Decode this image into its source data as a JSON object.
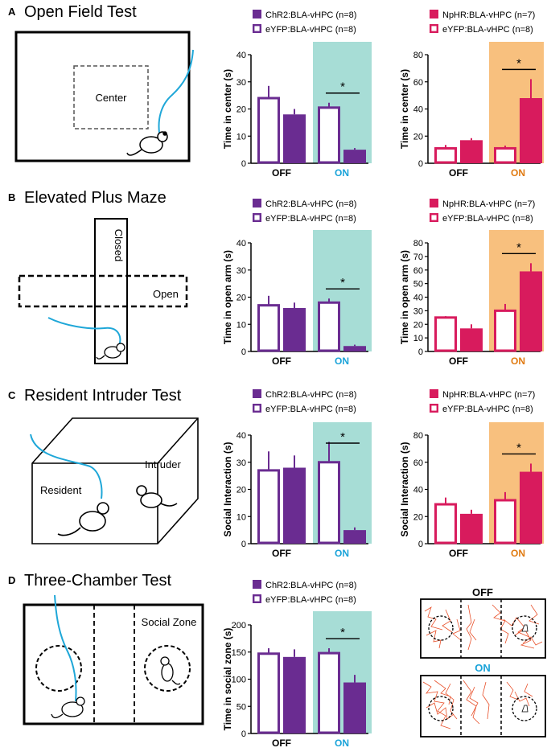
{
  "colors": {
    "purple": "#6a2c91",
    "crimson": "#d81b5d",
    "teal_bg": "#a7ddd6",
    "orange_bg": "#f8c07e",
    "on_text": "#1aa3d9",
    "off_text": "#000000",
    "cyan_line": "#1fa7d8",
    "track": "#e8502a"
  },
  "panels": [
    {
      "letter": "A",
      "title": "Open Field Test",
      "labels": [
        "Center"
      ]
    },
    {
      "letter": "B",
      "title": "Elevated Plus Maze",
      "labels": [
        "Closed",
        "Open"
      ]
    },
    {
      "letter": "C",
      "title": "Resident Intruder Test",
      "labels": [
        "Resident",
        "Intruder"
      ]
    },
    {
      "letter": "D",
      "title": "Three-Chamber Test",
      "labels": [
        "Social Zone"
      ]
    }
  ],
  "heatmap": {
    "off_label": "OFF",
    "on_label": "ON"
  },
  "chart_data": [
    {
      "id": "A1",
      "type": "bar",
      "categories": [
        "OFF",
        "ON"
      ],
      "ylabel": "Time in center (s)",
      "ylim": [
        0,
        40
      ],
      "yticks": [
        0,
        10,
        20,
        30,
        40
      ],
      "highlight": "ON",
      "highlight_color": "teal",
      "series": [
        {
          "name": "ChR2:BLA-vHPC (n=8)",
          "style": "filled",
          "values": [
            18,
            5
          ],
          "errors": [
            2,
            0.6
          ]
        },
        {
          "name": "eYFP:BLA-vHPC (n=8)",
          "style": "open",
          "values": [
            24,
            20.5
          ],
          "errors": [
            4.5,
            1.8
          ]
        }
      ],
      "significance": "*"
    },
    {
      "id": "A2",
      "type": "bar",
      "categories": [
        "OFF",
        "ON"
      ],
      "ylabel": "Time in center (s)",
      "ylim": [
        0,
        80
      ],
      "yticks": [
        0,
        20,
        40,
        60,
        80
      ],
      "highlight": "ON",
      "highlight_color": "orange",
      "series": [
        {
          "name": "NpHR:BLA-vHPC (n=7)",
          "style": "filled",
          "values": [
            17,
            48
          ],
          "errors": [
            1.5,
            14
          ]
        },
        {
          "name": "eYFP:BLA-vHPC (n=8)",
          "style": "open",
          "values": [
            11,
            11
          ],
          "errors": [
            2.5,
            2
          ]
        }
      ],
      "significance": "*"
    },
    {
      "id": "B1",
      "type": "bar",
      "categories": [
        "OFF",
        "ON"
      ],
      "ylabel": "Time in open arm (s)",
      "ylim": [
        0,
        40
      ],
      "yticks": [
        0,
        10,
        20,
        30,
        40
      ],
      "highlight": "ON",
      "highlight_color": "teal",
      "series": [
        {
          "name": "ChR2:BLA-vHPC (n=8)",
          "style": "filled",
          "values": [
            16,
            2
          ],
          "errors": [
            2,
            0.5
          ]
        },
        {
          "name": "eYFP:BLA-vHPC (n=8)",
          "style": "open",
          "values": [
            17,
            18
          ],
          "errors": [
            3.5,
            1.5
          ]
        }
      ],
      "significance": "*"
    },
    {
      "id": "B2",
      "type": "bar",
      "categories": [
        "OFF",
        "ON"
      ],
      "ylabel": "Time in open arm (s)",
      "ylim": [
        0,
        80
      ],
      "yticks": [
        0,
        10,
        20,
        30,
        40,
        50,
        60,
        70,
        80
      ],
      "highlight": "ON",
      "highlight_color": "orange",
      "series": [
        {
          "name": "NpHR:BLA-vHPC (n=7)",
          "style": "filled",
          "values": [
            17,
            59
          ],
          "errors": [
            3,
            6
          ]
        },
        {
          "name": "eYFP:BLA-vHPC (n=8)",
          "style": "open",
          "values": [
            25,
            30
          ],
          "errors": [
            1,
            5
          ]
        }
      ],
      "significance": "*"
    },
    {
      "id": "C1",
      "type": "bar",
      "categories": [
        "OFF",
        "ON"
      ],
      "ylabel": "Social Interaction (s)",
      "ylim": [
        0,
        40
      ],
      "yticks": [
        0,
        10,
        20,
        30,
        40
      ],
      "highlight": "ON",
      "highlight_color": "teal",
      "series": [
        {
          "name": "ChR2:BLA-vHPC (n=8)",
          "style": "filled",
          "values": [
            28,
            5
          ],
          "errors": [
            4.5,
            1
          ]
        },
        {
          "name": "eYFP:BLA-vHPC (n=8)",
          "style": "open",
          "values": [
            27,
            30
          ],
          "errors": [
            7,
            7.5
          ]
        }
      ],
      "significance": "*"
    },
    {
      "id": "C2",
      "type": "bar",
      "categories": [
        "OFF",
        "ON"
      ],
      "ylabel": "Social Interaction (s)",
      "ylim": [
        0,
        80
      ],
      "yticks": [
        0,
        20,
        40,
        60,
        80
      ],
      "highlight": "ON",
      "highlight_color": "orange",
      "series": [
        {
          "name": "NpHR:BLA-vHPC (n=7)",
          "style": "filled",
          "values": [
            22,
            53
          ],
          "errors": [
            3,
            6
          ]
        },
        {
          "name": "eYFP:BLA-vHPC (n=8)",
          "style": "open",
          "values": [
            29,
            32
          ],
          "errors": [
            5,
            6
          ]
        }
      ],
      "significance": "*"
    },
    {
      "id": "D1",
      "type": "bar",
      "categories": [
        "OFF",
        "ON"
      ],
      "ylabel": "Time in social zone (s)",
      "ylim": [
        0,
        200
      ],
      "yticks": [
        0,
        50,
        100,
        150,
        200
      ],
      "highlight": "ON",
      "highlight_color": "teal",
      "series": [
        {
          "name": "ChR2:BLA-vHPC (n=8)",
          "style": "filled",
          "values": [
            141,
            94
          ],
          "errors": [
            14,
            14
          ]
        },
        {
          "name": "eYFP:BLA-vHPC (n=8)",
          "style": "open",
          "values": [
            147,
            148
          ],
          "errors": [
            10,
            9
          ]
        }
      ],
      "significance": "*"
    }
  ]
}
